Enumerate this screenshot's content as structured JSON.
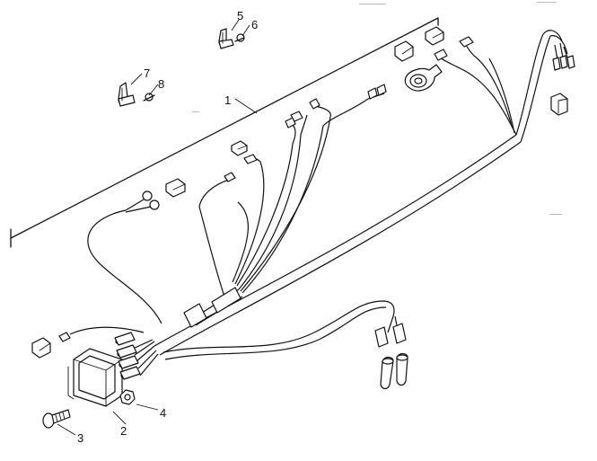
{
  "callouts": {
    "c1": "1",
    "c2": "2",
    "c3": "3",
    "c4": "4",
    "c5": "5",
    "c6": "6",
    "c7": "7",
    "c8": "8"
  },
  "parts": {
    "harness": "main-wire-harness",
    "bracket": "mounting-bracket",
    "screw": "screw",
    "nut": "nut",
    "clamp_upper": "wire-clamp",
    "bolt_upper": "bolt",
    "clamp_lower": "wire-clamp",
    "bolt_lower": "bolt"
  }
}
